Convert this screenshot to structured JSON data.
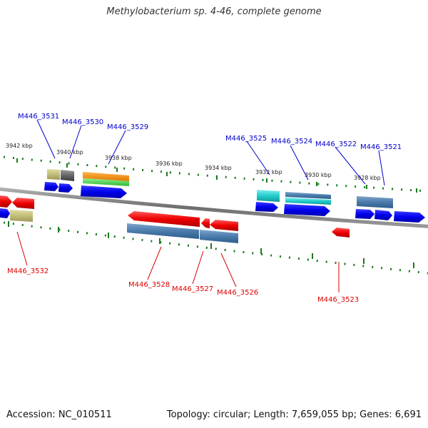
{
  "title": "Methylobacterium sp. 4-46, complete genome",
  "footer": {
    "accession": "Accession: NC_010511",
    "summary": "Topology: circular; Length: 7,659,055 bp; Genes: 6,691"
  },
  "colors": {
    "forward_label": "#0000cc",
    "reverse_label": "#dd0000",
    "tick": "#1a7a1a",
    "backbone": "#808080"
  },
  "kbp_labels": [
    "3942 kbp",
    "3940 kbp",
    "3938 kbp",
    "3936 kbp",
    "3934 kbp",
    "3932 kbp",
    "3930 kbp",
    "3928 kbp"
  ],
  "forward_genes": [
    "M446_3531",
    "M446_3530",
    "M446_3529",
    "M446_3525",
    "M446_3524",
    "M446_3522",
    "M446_3521"
  ],
  "reverse_genes": [
    "M446_3532",
    "M446_3528",
    "M446_3527",
    "M446_3526",
    "M446_3523"
  ]
}
